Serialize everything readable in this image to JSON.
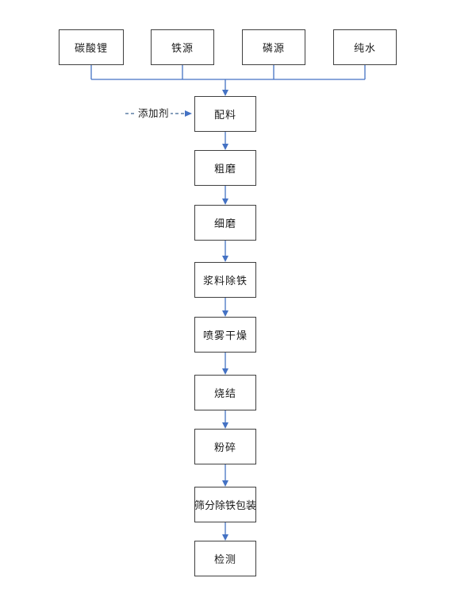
{
  "flowchart": {
    "source_nodes": [
      {
        "id": "lithium-carbonate",
        "label": "碳酸锂"
      },
      {
        "id": "iron-source",
        "label": "铁源"
      },
      {
        "id": "phosphorus-source",
        "label": "磷源"
      },
      {
        "id": "pure-water",
        "label": "纯水"
      }
    ],
    "process_nodes": [
      {
        "id": "batching",
        "label": "配料"
      },
      {
        "id": "coarse-grinding",
        "label": "粗磨"
      },
      {
        "id": "fine-grinding",
        "label": "细磨"
      },
      {
        "id": "slurry-de-ironing",
        "label": "浆料除铁"
      },
      {
        "id": "spray-drying",
        "label": "喷雾干燥"
      },
      {
        "id": "sintering",
        "label": "烧结"
      },
      {
        "id": "crushing",
        "label": "粉碎"
      },
      {
        "id": "sieving-de-ironing-packaging",
        "label": "筛分除铁包装"
      },
      {
        "id": "inspection",
        "label": "检测"
      }
    ],
    "additive": {
      "label": "添加剂"
    },
    "edges": [
      {
        "from": "碳酸锂",
        "to": "配料"
      },
      {
        "from": "铁源",
        "to": "配料"
      },
      {
        "from": "磷源",
        "to": "配料"
      },
      {
        "from": "纯水",
        "to": "配料"
      },
      {
        "from": "添加剂",
        "to": "配料",
        "style": "dashed"
      },
      {
        "from": "配料",
        "to": "粗磨"
      },
      {
        "from": "粗磨",
        "to": "细磨"
      },
      {
        "from": "细磨",
        "to": "浆料除铁"
      },
      {
        "from": "浆料除铁",
        "to": "喷雾干燥"
      },
      {
        "from": "喷雾干燥",
        "to": "烧结"
      },
      {
        "from": "烧结",
        "to": "粉碎"
      },
      {
        "from": "粉碎",
        "to": "筛分除铁包装"
      },
      {
        "from": "筛分除铁包装",
        "to": "检测"
      }
    ],
    "colors": {
      "connector": "#4472C4",
      "dashed_connector": "#3C6494",
      "box_border": "#404040",
      "text": "#1a1a1a",
      "background": "#ffffff"
    }
  }
}
